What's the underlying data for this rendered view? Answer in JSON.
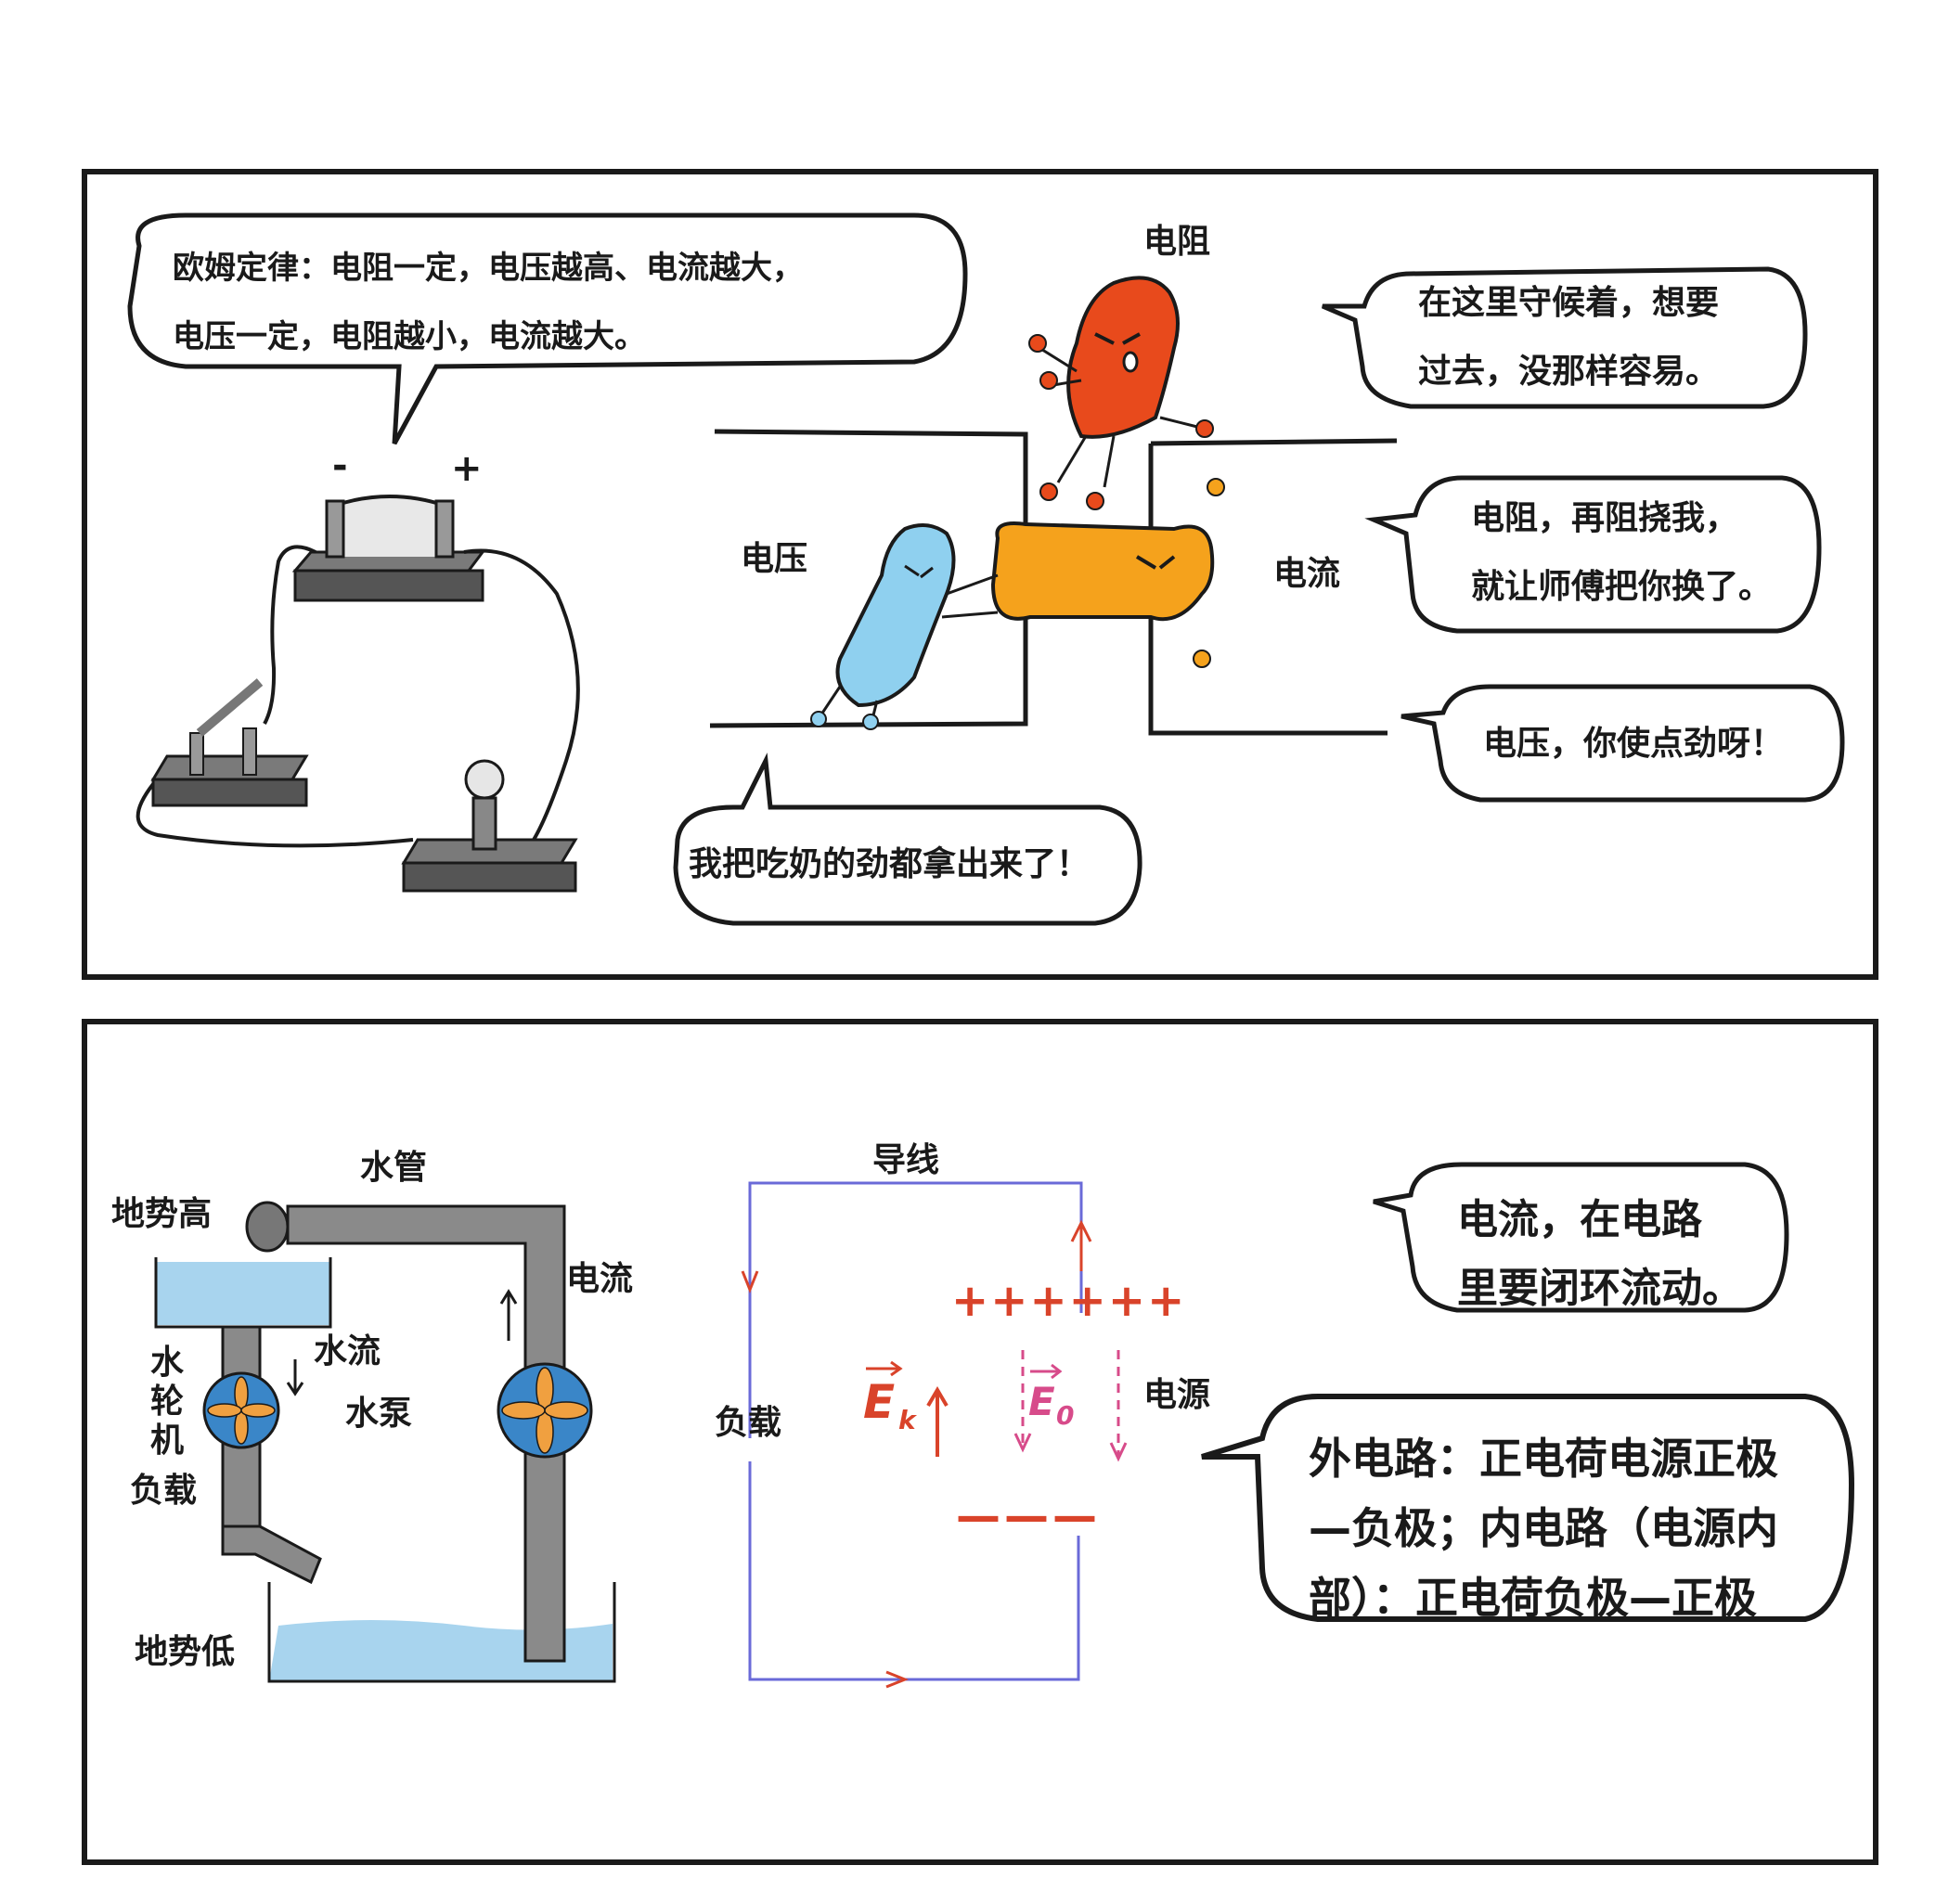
{
  "top_panel": {
    "ohm_bubble": {
      "line1": "欧姆定律：电阻一定，电压越高、电流越大，",
      "line2": "电压一定，电阻越小，电流越大。"
    },
    "battery_minus": "-",
    "battery_plus": "+",
    "labels": {
      "resistance": "电阻",
      "voltage": "电压",
      "current": "电流"
    },
    "resistance_bubble": {
      "line1": "在这里守候着，想要",
      "line2": "过去，没那样容易。"
    },
    "current_bubble_1": {
      "line1": "电阻，再阻挠我，",
      "line2": "就让师傅把你换了。"
    },
    "current_bubble_2": "电压，你使点劲呀！",
    "voltage_bubble": "我把吃奶的劲都拿出来了！"
  },
  "bottom_panel": {
    "water": {
      "pipe": "水管",
      "high_ground": "地势高",
      "low_ground": "地势低",
      "flow": "水流",
      "turbine": [
        "水",
        "轮",
        "机"
      ],
      "load": "负载",
      "pump": "水泵",
      "current": "电流"
    },
    "circuit": {
      "wire": "导线",
      "load": "负载",
      "source": "电源",
      "plus_signs": "++++++",
      "minus_signs": "———",
      "ek": "E",
      "ek_sub": "k",
      "e0": "E",
      "e0_sub": "0"
    },
    "bubble_loop": {
      "line1": "电流，在电路",
      "line2": "里要闭环流动。"
    },
    "bubble_explain": {
      "line1": "外电路：正电荷电源正极",
      "line2": "—负极；内电路（电源内",
      "line3": "部）：正电荷负极—正极"
    }
  },
  "colors": {
    "resistor": "#e84a1c",
    "current_char": "#f5a21c",
    "voltage_char": "#8fd0ef",
    "water": "#a8d4ee",
    "pipe": "#8a8a8a",
    "wire": "#6a6ad8",
    "field_red": "#d9432a",
    "field_pink": "#d74b8a",
    "fan_blue": "#3a86c8",
    "fan_orange": "#f0a040"
  }
}
